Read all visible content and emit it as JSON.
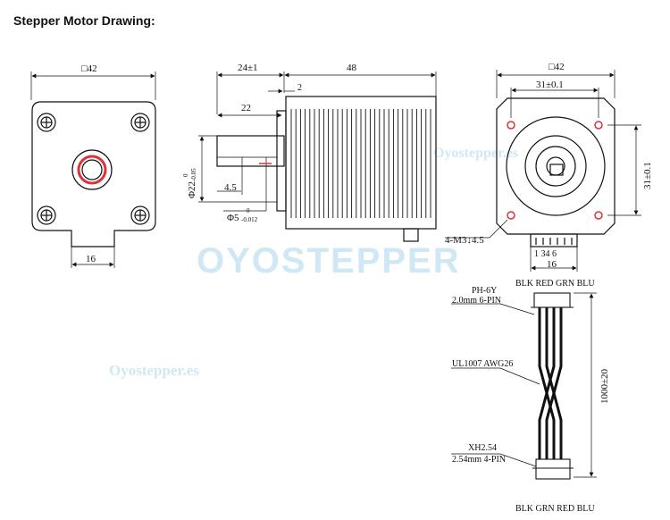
{
  "title": "Stepper Motor Drawing:",
  "watermark": {
    "brand_logo": "OYOSTEPPER",
    "site_1": "Oyostepper.es",
    "site_2": "Oyostepper.es"
  },
  "front_view": {
    "width_label": "□42",
    "boss_label": "16"
  },
  "side_view": {
    "body_length": "48",
    "shaft_length": "24±1",
    "flange_gap": "2",
    "flat_length": "22",
    "boss_diameter": "Φ22",
    "boss_tol_upper": "0",
    "boss_tol_lower": "-0.05",
    "flat_depth": "4.5",
    "shaft_diameter": "Φ5",
    "shaft_tol_upper": "0",
    "shaft_tol_lower": "-0.012"
  },
  "rear_view": {
    "width_label": "□42",
    "hole_spacing_top": "31±0.1",
    "hole_spacing_side": "31±0.1",
    "mount_holes": "4-M3↓4.5",
    "pin_numbers": "1 34 6",
    "connector_width": "16",
    "wire_colors_top": "BLK RED GRN BLU"
  },
  "cable": {
    "connector_1_name": "PH-6Y",
    "connector_1_spec": "2.0mm 6-PIN",
    "wire_type": "UL1007 AWG26",
    "length": "1000±20",
    "connector_2_name": "XH2.54",
    "connector_2_spec": "2.54mm 4-PIN",
    "wire_colors_bottom": "BLK GRN RED BLU"
  }
}
